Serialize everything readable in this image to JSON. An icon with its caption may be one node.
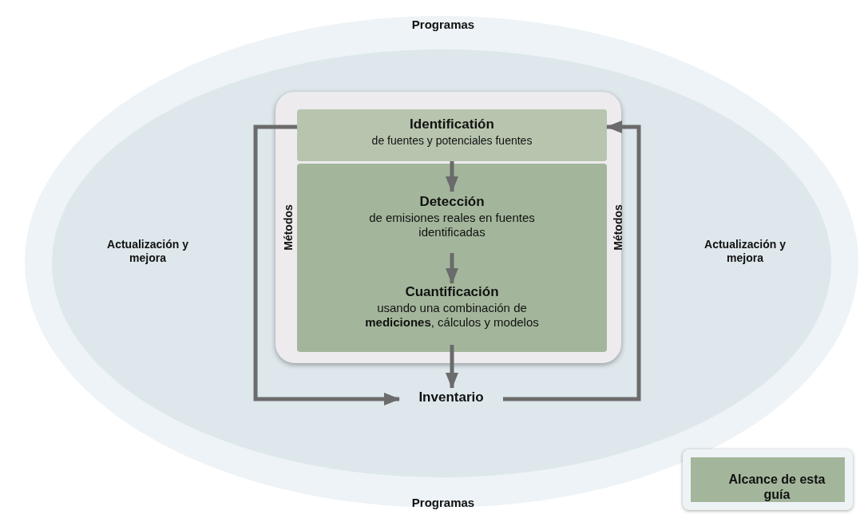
{
  "diagram": {
    "nodes": [
      {
        "text": [
          "Programas",
          "Actualización y mejora",
          "Actualización y mejora",
          "Programas"
        ]
      },
      {
        "text": [
          "Métodos",
          "Métodos"
        ],
        "in": 0
      },
      {
        "text": [
          "Identificatión",
          "de fuentes y potenciales fuentes"
        ],
        "in": 1
      },
      {
        "text": [],
        "shape": "box",
        "in": 1
      },
      {
        "text": [
          "Detección",
          "de emisiones reales en fuentes identificadas"
        ],
        "in": 3
      },
      {
        "text": [
          "Cuantificación",
          "usando una combinación de **mediciones**, cálculos y modelos"
        ],
        "in": 3
      },
      {
        "text": [
          "Inventario"
        ],
        "in": 0
      },
      {
        "text": [
          "Alcance de esta guía"
        ]
      }
    ],
    "edges": [
      {
        "from": 2,
        "to": 4,
        "arrow": "to"
      },
      {
        "from": 4,
        "to": 5,
        "arrow": "to"
      },
      {
        "from": 5,
        "to": 6,
        "arrow": "to"
      },
      {
        "from": 2,
        "to": 6,
        "arrow": "to"
      },
      {
        "from": 6,
        "to": 2,
        "arrow": "to"
      }
    ]
  }
}
